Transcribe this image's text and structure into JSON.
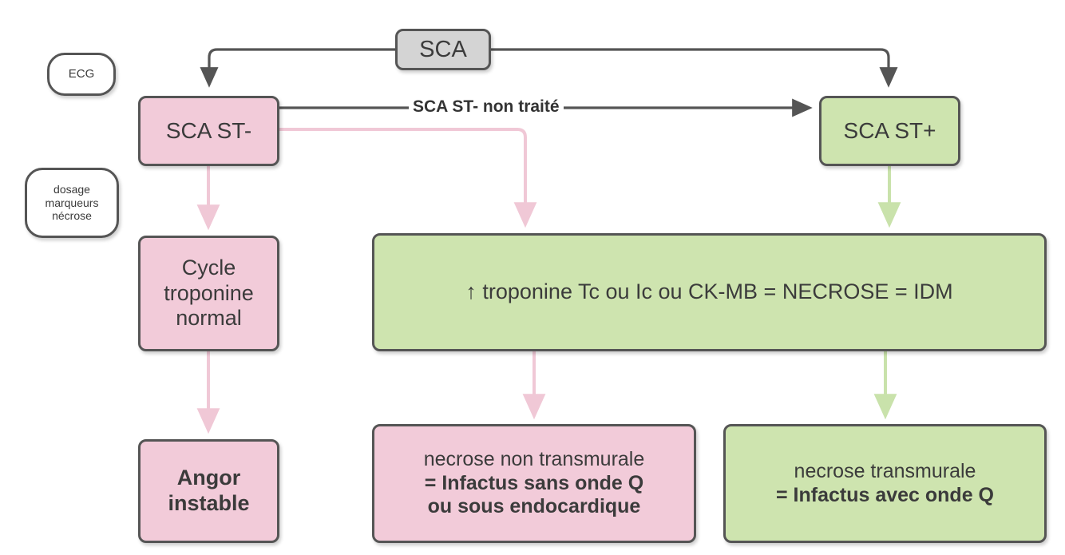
{
  "diagram": {
    "title": "SCA decision flowchart",
    "colors": {
      "pink_fill": "#f2cbd9",
      "green_fill": "#cee4af",
      "gray_fill": "#d4d4d4",
      "border": "#555555",
      "pink_edge": "#f3cdd9",
      "green_edge": "#cce3ad",
      "dark_edge": "#555555",
      "text": "#3b3b3b"
    },
    "stage_labels": [
      {
        "id": "ecg",
        "text": "ECG"
      },
      {
        "id": "dosage",
        "lines": [
          "dosage",
          "marqueurs",
          "nécrose"
        ]
      }
    ],
    "nodes": [
      {
        "id": "sca",
        "label": "SCA",
        "fill": "gray"
      },
      {
        "id": "sca_st_minus",
        "label": "SCA ST-",
        "fill": "pink"
      },
      {
        "id": "sca_st_plus",
        "label": "SCA ST+",
        "fill": "green"
      },
      {
        "id": "cycle",
        "lines": [
          "Cycle",
          "troponine",
          "normal"
        ],
        "fill": "pink"
      },
      {
        "id": "necrosis",
        "label": "↑ troponine Tc ou Ic ou CK-MB = NECROSE = IDM",
        "fill": "green"
      },
      {
        "id": "angor",
        "lines": [
          "Angor",
          "instable"
        ],
        "fill": "pink",
        "bold": true
      },
      {
        "id": "non_transmural",
        "lines": [
          "necrose non transmurale",
          "=  Infactus sans onde Q",
          "ou sous endocardique"
        ],
        "fill": "pink"
      },
      {
        "id": "transmural",
        "lines": [
          "necrose transmurale",
          "=  Infactus avec onde Q"
        ],
        "fill": "green"
      }
    ],
    "edge_labels": [
      {
        "id": "sca_st_minus_non_traite",
        "text": "SCA ST- non traité"
      }
    ]
  }
}
